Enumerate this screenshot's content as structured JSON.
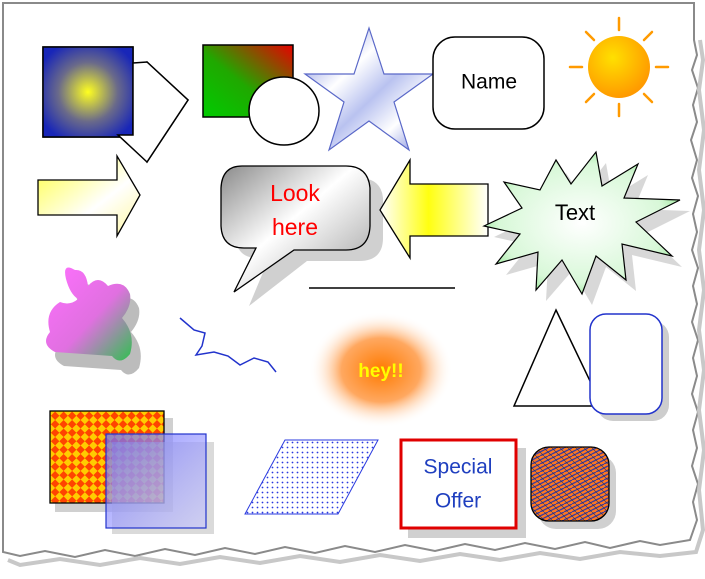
{
  "shapes": {
    "name_label": "Name",
    "look_here_line1": "Look",
    "look_here_line2": "here",
    "text_label": "Text",
    "hey_label": "hey!!",
    "special_line1": "Special",
    "special_line2": "Offer"
  },
  "colors": {
    "name_text": "#000000",
    "look_here_text": "#ff0000",
    "text_label": "#000000",
    "hey_text": "#ffff00",
    "special_text": "#1f3fbf",
    "special_border": "#e00000",
    "freeform_line": "#2233cc",
    "rounded_rect_border": "#2233cc"
  }
}
